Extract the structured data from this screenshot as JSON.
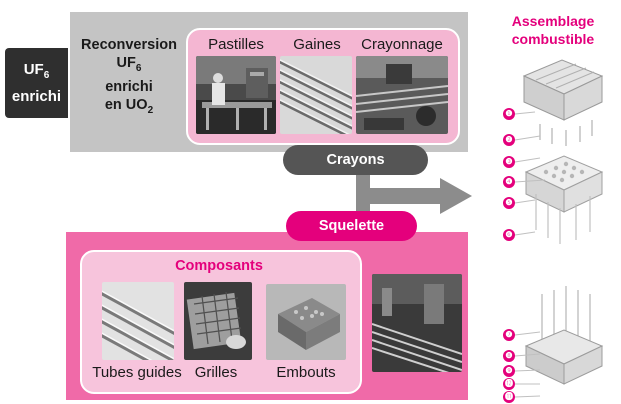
{
  "left_tag": {
    "line1": "UF",
    "line1_sub": "6",
    "line2": "enrichi"
  },
  "reconversion": {
    "line1": "Reconversion",
    "line2": "UF",
    "line2_sub": "6",
    "line3": "enrichi",
    "line4": "en UO",
    "line4_sub": "2"
  },
  "top_labels": [
    "Pastilles",
    "Gaines",
    "Crayonnage"
  ],
  "crayons_label": "Crayons",
  "squelette_label": "Squelette",
  "composants": {
    "title": "Composants",
    "labels": [
      "Tubes guides",
      "Grilles",
      "Embouts"
    ]
  },
  "assembly": {
    "title_line1": "Assemblage",
    "title_line2": "combustible",
    "markers": [
      "❶",
      "❷",
      "❸",
      "❹",
      "❺",
      "❻",
      "❼",
      "❽",
      "❾",
      "⓬",
      "⓫"
    ]
  },
  "colors": {
    "grey_panel": "#c4c4c4",
    "pink_panel": "#f06aa8",
    "magenta": "#e4007c",
    "dark_pill": "#555555"
  },
  "icons": [
    "arrow-right-icon"
  ]
}
